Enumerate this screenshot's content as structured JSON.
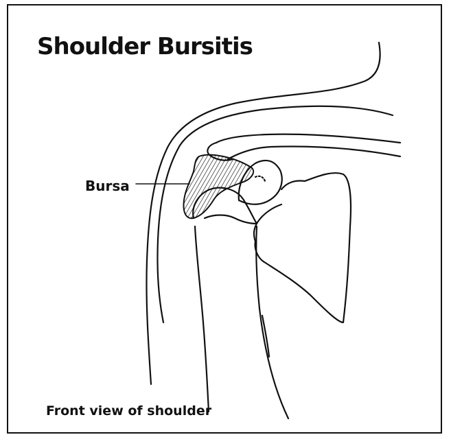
{
  "figure": {
    "title": "Shoulder Bursitis",
    "callout_label": "Bursa",
    "caption": "Front view of shoulder"
  },
  "colors": {
    "ink": "#111111",
    "background": "#ffffff"
  }
}
